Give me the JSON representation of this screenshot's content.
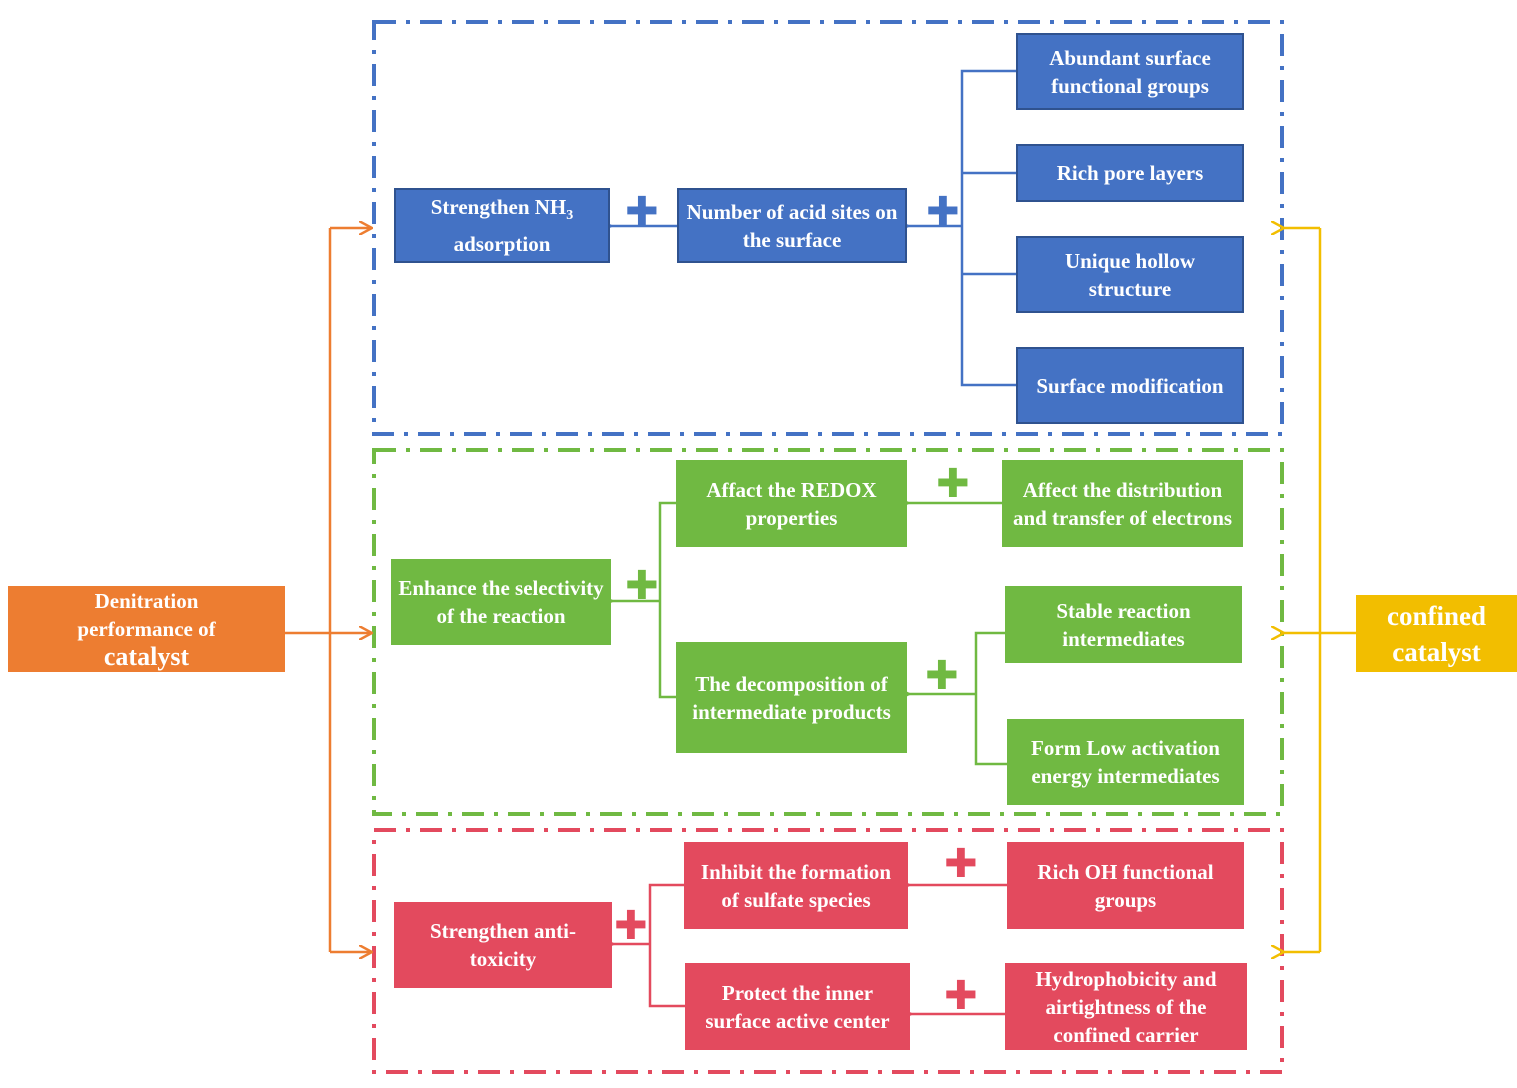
{
  "colors": {
    "blue": "#4472C4",
    "green": "#70B942",
    "red": "#E34A5E",
    "orange": "#ED7D31",
    "yellow": "#F2BE00"
  },
  "left": {
    "line1": "Denitration",
    "line2": "performance of",
    "line3": "catalyst"
  },
  "right": {
    "line1": "confined",
    "line2": "catalyst"
  },
  "blue": {
    "target": {
      "prefix": "Strengthen NH",
      "sub": "3",
      "line2": "adsorption"
    },
    "middle": "Number of acid sites on the surface",
    "sources": [
      "Abundant surface functional groups",
      "Rich pore layers",
      "Unique hollow structure",
      "Surface modification"
    ],
    "plus": "✚"
  },
  "green": {
    "target": "Enhance the selectivity of the reaction",
    "redox": "Affact the REDOX properties",
    "electrons": "Affect the distribution and transfer of electrons",
    "decomposition": "The decomposition of intermediate products",
    "stable": "Stable reaction intermediates",
    "lowenergy": "Form Low activation energy intermediates",
    "plus": "✚"
  },
  "red": {
    "target": "Strengthen anti-toxicity",
    "inhibit": "Inhibit the formation of sulfate species",
    "protect": "Protect the inner surface active center",
    "oh": "Rich OH functional groups",
    "hydrophobicity": "Hydrophobicity and airtightness of the confined carrier",
    "plus": "✚"
  }
}
